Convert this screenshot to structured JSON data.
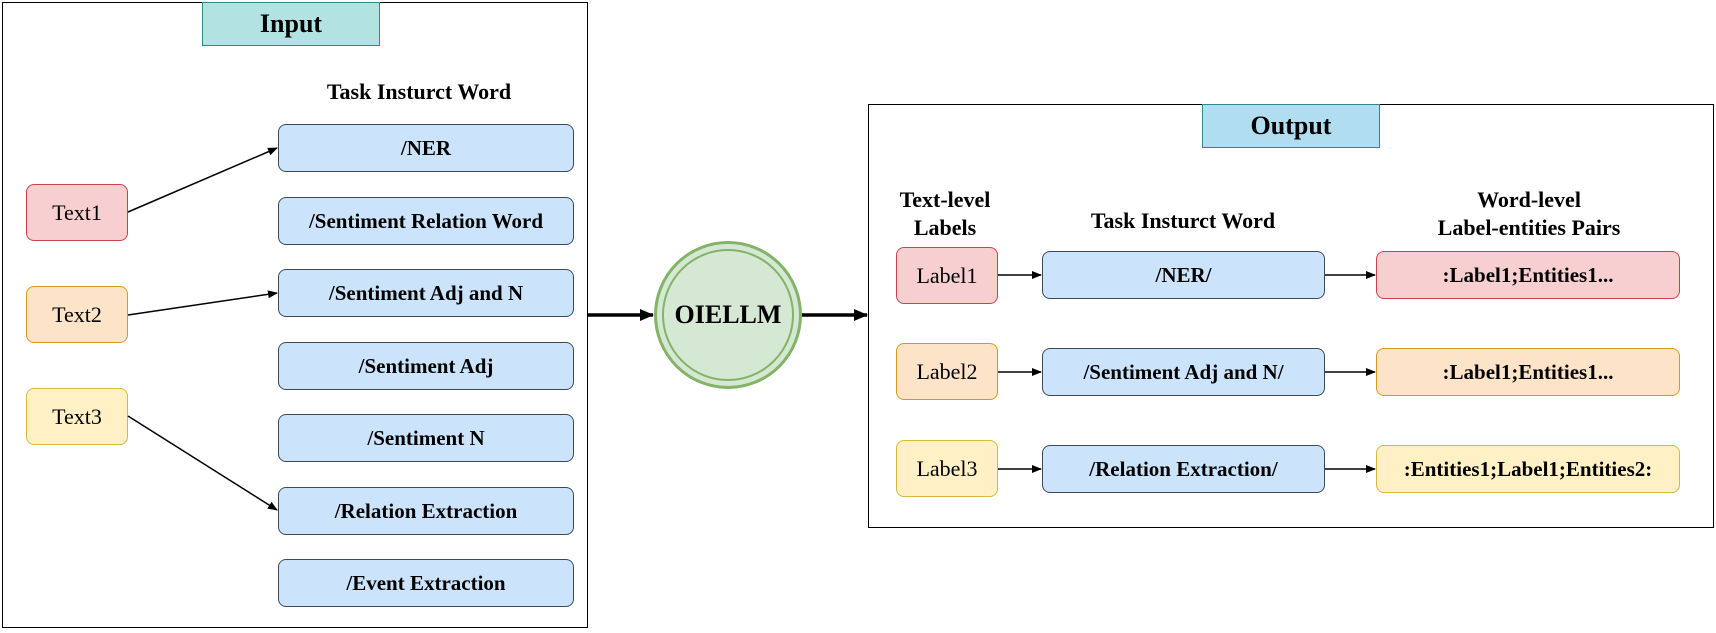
{
  "input": {
    "title": "Input",
    "heading": "Task Insturct Word",
    "texts": [
      "Text1",
      "Text2",
      "Text3"
    ],
    "tasks": [
      "/NER",
      "/Sentiment Relation Word",
      "/Sentiment Adj and N",
      "/Sentiment Adj",
      "/Sentiment N",
      "/Relation Extraction",
      "/Event Extraction"
    ]
  },
  "model": {
    "label": "OIELLM"
  },
  "output": {
    "title": "Output",
    "heading_labels": "Text-level\nLabels",
    "heading_task": "Task Insturct Word",
    "heading_pairs": "Word-level\nLabel-entities Pairs",
    "labels": [
      "Label1",
      "Label2",
      "Label3"
    ],
    "tasks": [
      "/NER/",
      "/Sentiment Adj and N/",
      "/Relation Extraction/"
    ],
    "pairs": [
      ":Label1;Entities1...",
      ":Label1;Entities1...",
      ":Entities1;Label1;Entities2:"
    ]
  },
  "colors": {
    "red_fill": "#f8cfd0",
    "orange_fill": "#fde3c8",
    "yellow_fill": "#fff0c6",
    "task_fill": "#cce4fb",
    "circle_fill": "#d5e8d4",
    "input_title_fill": "#b2e3e2",
    "output_title_fill": "#b0ddf0"
  }
}
